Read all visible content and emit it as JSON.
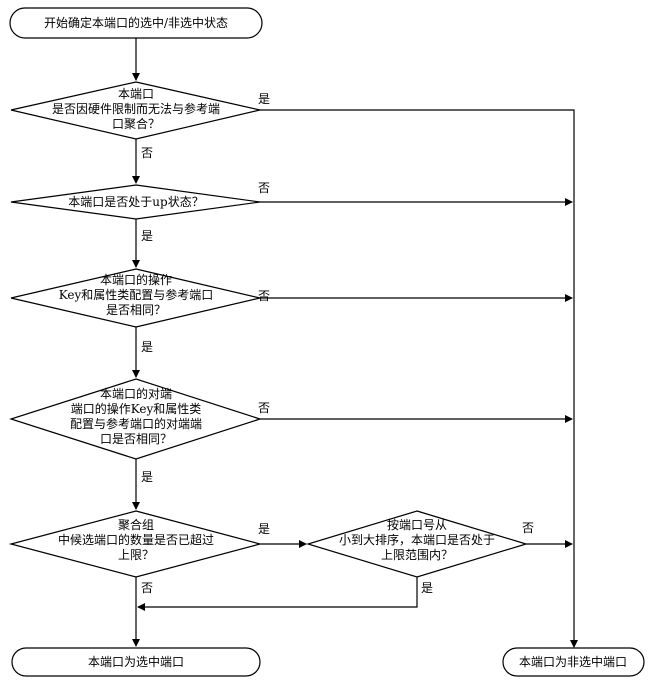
{
  "start": "开始确定本端口的选中/非选中状态",
  "decisions": [
    {
      "lines": [
        "本端口",
        "是否因硬件限制而无法与参考端",
        "口聚合？"
      ]
    },
    {
      "lines": [
        "本端口是否处于up状态？"
      ]
    },
    {
      "lines": [
        "本端口的操作",
        "Key和属性类配置与参考端口",
        "是否相同？"
      ]
    },
    {
      "lines": [
        "本端口的对端",
        "端口的操作Key和属性类",
        "配置与参考端口的对端端",
        "口是否相同？"
      ]
    },
    {
      "lines": [
        "聚合组",
        "中候选端口的数量是否已超过",
        "上限？"
      ]
    },
    {
      "lines": [
        "按端口号从",
        "小到大排序，本端口是否处于",
        "上限范围内？"
      ]
    }
  ],
  "end_selected": "本端口为选中端口",
  "end_unselected": "本端口为非选中端口",
  "labels": {
    "d1_yes": "是",
    "d1_no": "否",
    "d2_no": "否",
    "d2_yes": "是",
    "d3_no": "否",
    "d3_yes": "是",
    "d4_no": "否",
    "d4_yes": "是",
    "d5_yes": "是",
    "d5_no": "否",
    "d6_no": "否",
    "d6_yes": "是"
  }
}
